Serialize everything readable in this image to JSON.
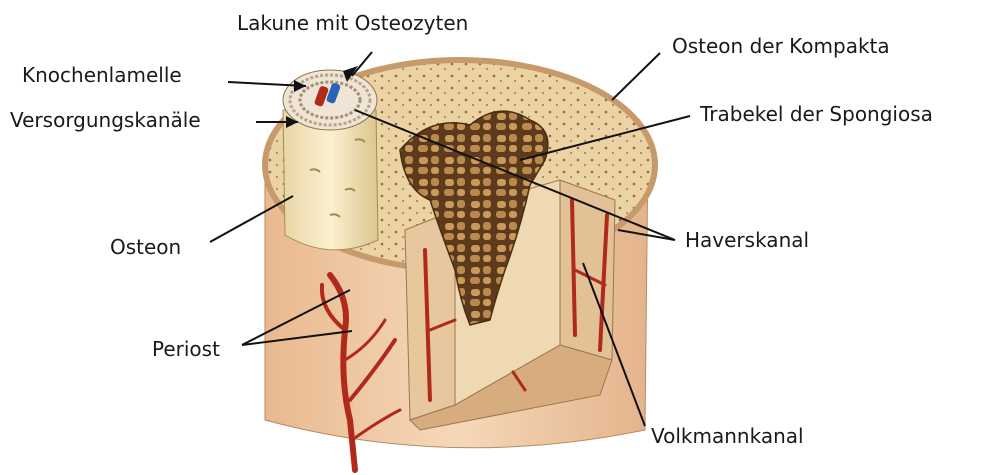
{
  "labels": {
    "lakune": "Lakune mit Osteozyten",
    "osteon_kompakta": "Osteon der Kompakta",
    "knochenlamelle": "Knochenlamelle",
    "versorgungskanaele": "Versorgungskanäle",
    "trabekel": "Trabekel der Spongiosa",
    "osteon": "Osteon",
    "haverskanal": "Haverskanal",
    "periost": "Periost",
    "volkmannkanal": "Volkmannkanal"
  },
  "colors": {
    "bone_outer": "#f2cfa8",
    "bone_top": "#ecd3a4",
    "spongiosa": "#6b4424",
    "vessel_red": "#b02a1c",
    "vessel_blue": "#2a64b8",
    "text": "#1a1a1a"
  }
}
